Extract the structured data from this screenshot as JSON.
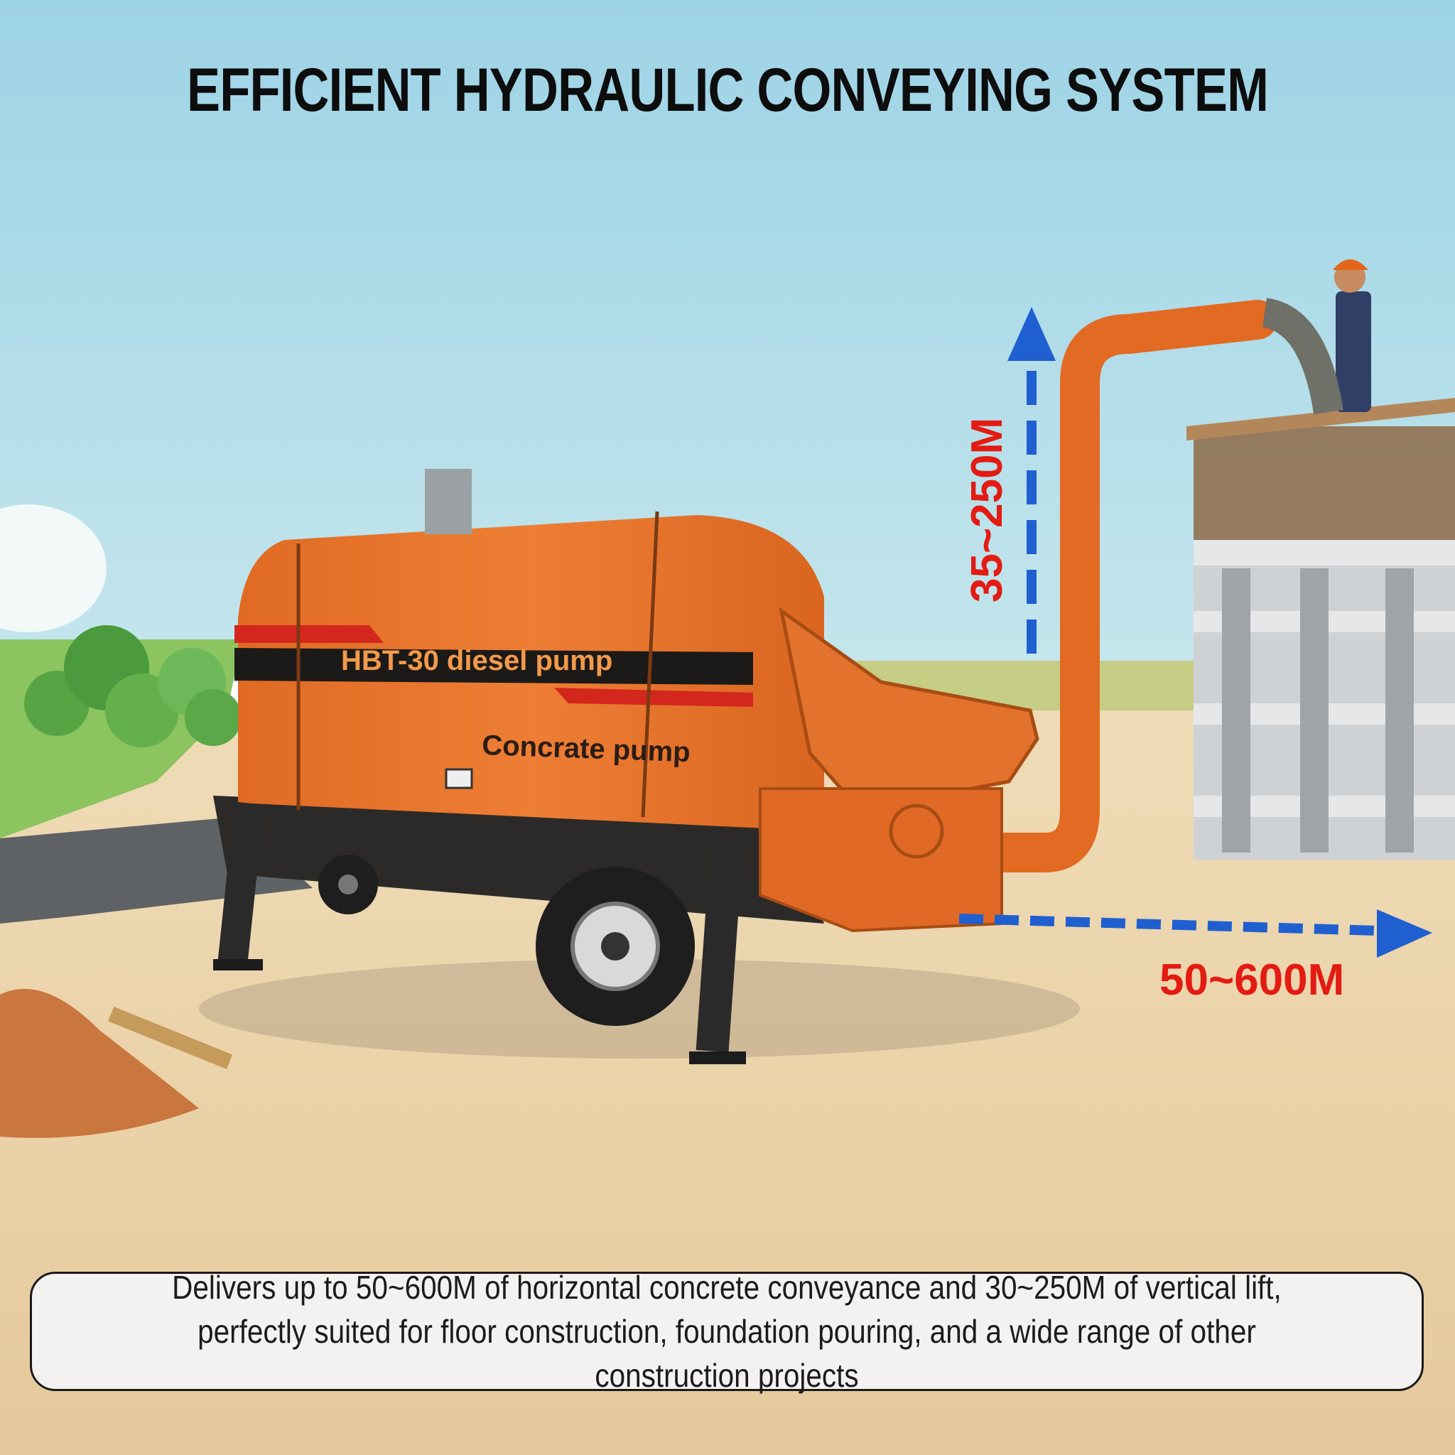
{
  "header": {
    "title": "EFFICIENT HYDRAULIC CONVEYING SYSTEM"
  },
  "pump": {
    "model_label": "HBT-30 diesel pump",
    "type_label": "Concrate pump"
  },
  "metrics": {
    "vertical_range": "35~250M",
    "horizontal_range": "50~600M"
  },
  "caption": {
    "text": "Delivers up to 50~600M of horizontal concrete conveyance and 30~250M of vertical lift, perfectly suited for floor construction, foundation pouring, and a wide range of other construction projects"
  },
  "colors": {
    "sky": "#a9d6e3",
    "ground": "#e9cfa2",
    "pump_orange": "#e8742c",
    "arrow_blue": "#1f5fd0",
    "metric_red": "#e31b12"
  }
}
